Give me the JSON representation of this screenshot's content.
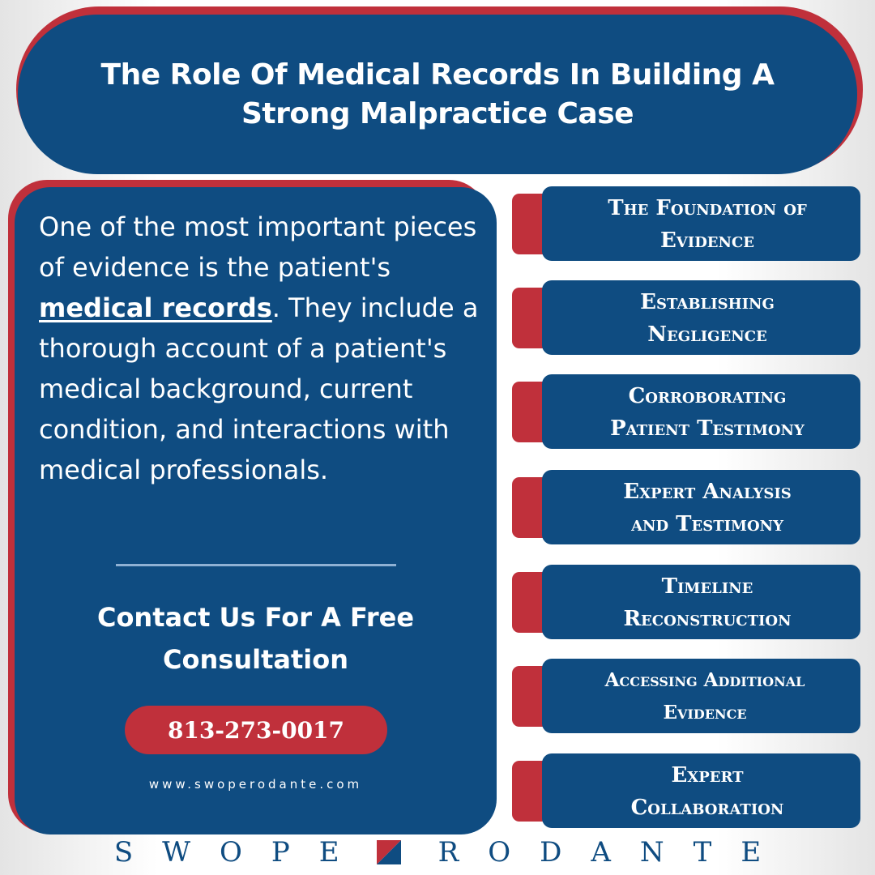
{
  "title": "The Role Of Medical Records In Building A Strong Malpractice Case",
  "intro": {
    "before": "One of the most important pieces of evidence is the patient's ",
    "highlight": "medical records",
    "after": ". They include a thorough account of a patient's medical background, current condition, and interactions with medical professionals."
  },
  "cta": "Contact Us For A Free Consultation",
  "phone": "813-273-0017",
  "website": "www.swoperodante.com",
  "items": [
    {
      "line1": "The Foundation of",
      "line2": "Evidence"
    },
    {
      "line1": "Establishing",
      "line2": "Negligence"
    },
    {
      "line1": "Corroborating",
      "line2": "Patient Testimony"
    },
    {
      "line1": "Expert Analysis",
      "line2": "and Testimony"
    },
    {
      "line1": "Timeline",
      "line2": "Reconstruction"
    },
    {
      "line1": "Accessing Additional",
      "line2": "Evidence"
    },
    {
      "line1": "Expert",
      "line2": "Collaboration"
    }
  ],
  "footer": {
    "left": "SWOPE",
    "right": "RODANTE",
    "logo_icon": "swope-rodante-logo-icon"
  },
  "colors": {
    "navy": "#0f4c81",
    "red": "#c0303b",
    "divider": "#8fb1d4"
  }
}
